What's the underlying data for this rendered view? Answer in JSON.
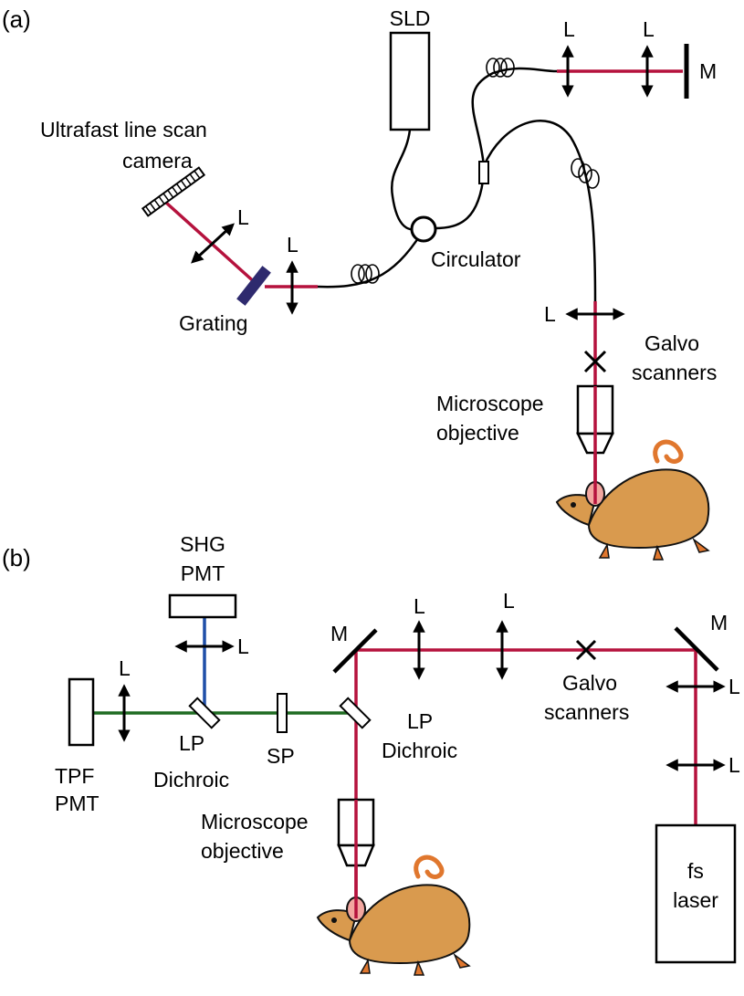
{
  "panel_a": {
    "tag": "(a)",
    "sld": "SLD",
    "camera_line1": "Ultrafast line scan",
    "camera_line2": "camera",
    "lens": "L",
    "mirror": "M",
    "grating": "Grating",
    "circulator": "Circulator",
    "galvo_line1": "Galvo",
    "galvo_line2": "scanners",
    "objective_line1": "Microscope",
    "objective_line2": "objective"
  },
  "panel_b": {
    "tag": "(b)",
    "shg_line1": "SHG",
    "shg_line2": "PMT",
    "tpf_line1": "TPF",
    "tpf_line2": "PMT",
    "lens": "L",
    "mirror": "M",
    "dichroic1_line1": "LP",
    "dichroic1_line2": "Dichroic",
    "sp": "SP",
    "dichroic2_line1": "LP",
    "dichroic2_line2": "Dichroic",
    "galvo_line1": "Galvo",
    "galvo_line2": "scanners",
    "objective_line1": "Microscope",
    "objective_line2": "objective",
    "laser_line1": "fs",
    "laser_line2": "laser"
  },
  "colors": {
    "beam_red": "#b5123d",
    "beam_green": "#1f6b22",
    "beam_blue": "#1f4fa8",
    "grating": "#2e2a6e",
    "mouse_body": "#d99a4e",
    "mouse_tail": "#e0772e"
  }
}
